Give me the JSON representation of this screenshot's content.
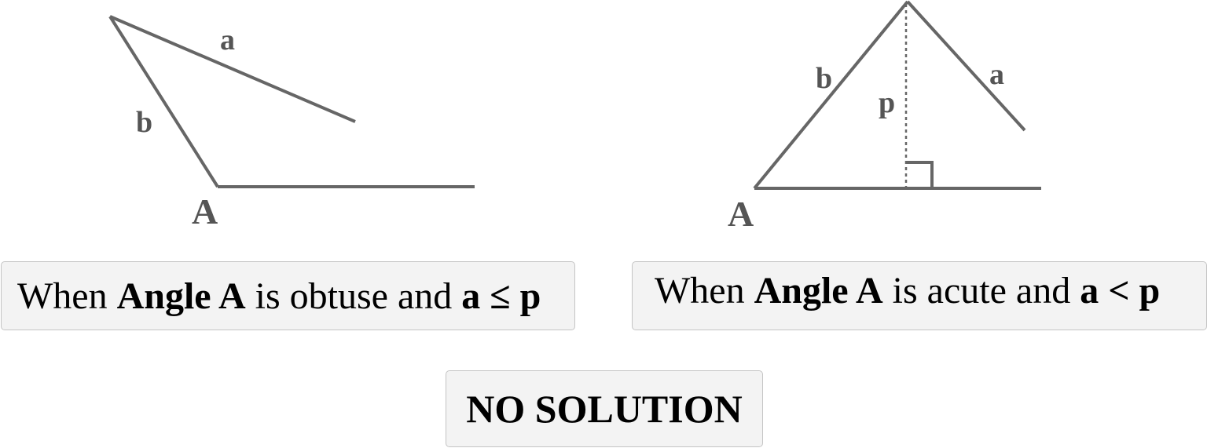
{
  "left_figure": {
    "side_a": "a",
    "side_b": "b",
    "vertex": "A"
  },
  "right_figure": {
    "side_a": "a",
    "side_b": "b",
    "height": "p",
    "vertex": "A"
  },
  "left_caption": {
    "prefix": "When ",
    "angle": "Angle A",
    "middle": " is obtuse and ",
    "condition": "a ≤ p"
  },
  "right_caption": {
    "prefix": "When ",
    "angle": "Angle A",
    "middle": " is acute and ",
    "condition": "a < p"
  },
  "result": "NO SOLUTION",
  "colors": {
    "line": "#666666",
    "label": "#555555",
    "box_fill": "#f3f3f3",
    "box_border": "#c4c4c4"
  }
}
